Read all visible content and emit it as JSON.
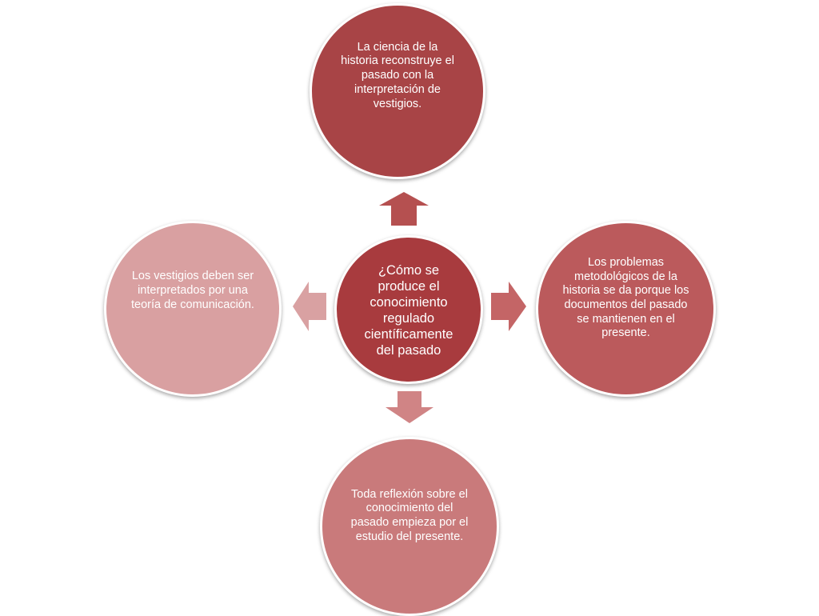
{
  "diagram": {
    "center": {
      "text": "¿Cómo se produce el conocimiento regulado científicamente del pasado"
    },
    "nodes": {
      "top": {
        "text": "La ciencia de la historia reconstruye el pasado con la interpretación de vestigios."
      },
      "right": {
        "text": "Los problemas metodológicos de la historia se da porque los documentos del pasado se mantienen en el presente."
      },
      "bottom": {
        "text": "Toda reflexión sobre el conocimiento del pasado empieza por el estudio del presente."
      },
      "left": {
        "text": "Los vestigios deben ser interpretados por una teoría de comunicación."
      }
    },
    "colors": {
      "center": "#a83b3e",
      "top": "#a84446",
      "right": "#bb5a5c",
      "bottom": "#c97a7b",
      "left": "#d9a0a1",
      "arrow_top": "#b55050",
      "arrow_right": "#c46566",
      "arrow_bottom": "#d08485",
      "arrow_left": "#d9a1a2"
    }
  }
}
